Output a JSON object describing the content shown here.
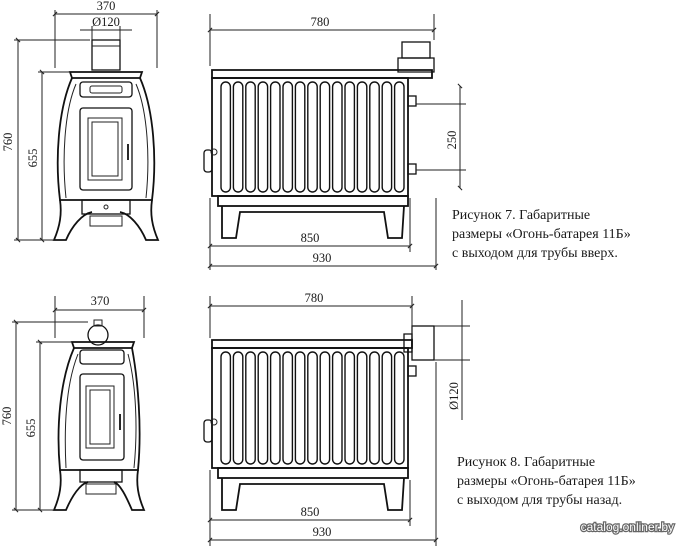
{
  "figures": [
    {
      "caption": [
        "Рисунок 7.  Габаритные",
        "размеры «Огонь-батарея 11Б»",
        "с выходом для трубы вверх."
      ],
      "front": {
        "width": "370",
        "flue_diameter": "Ø120",
        "height_total": "760",
        "height_body": "655"
      },
      "side": {
        "width_top": "780",
        "flue_spacing": "250",
        "width_base": "850",
        "width_total": "930"
      }
    },
    {
      "caption": [
        "Рисунок 8.  Габаритные",
        "размеры «Огонь-батарея 11Б»",
        "с выходом для трубы назад."
      ],
      "front": {
        "width": "370",
        "height_total": "760",
        "height_body": "655"
      },
      "side": {
        "width_top": "780",
        "flue_diameter": "Ø120",
        "width_base": "850",
        "width_total": "930"
      }
    }
  ],
  "watermark": "catalog.onliner.by"
}
